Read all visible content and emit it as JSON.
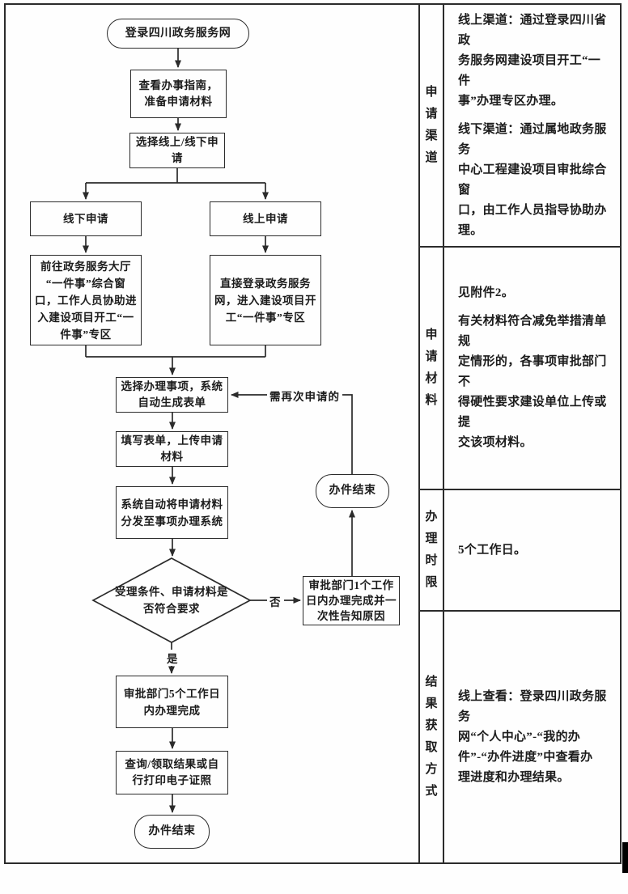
{
  "colors": {
    "ink": "#2b2b2b",
    "paper": "#fefefe",
    "artifact": "#000000"
  },
  "flowchart": {
    "start": "登录四川政务服务网",
    "view_guide": "查看办事指南，\n准备申请材料",
    "choose_channel": "选择线上/线下申\n请",
    "offline_apply": "线下申请",
    "online_apply": "线上申请",
    "offline_detail": "前往政务服务大厅\n“一件事”综合窗\n口，工作人员协助进\n入建设项目开工“一\n件事”专区",
    "online_detail": "直接登录政务服务\n网，进入建设项目开\n工“一件事”专区",
    "select_item": "选择办理事项，系统\n自动生成表单",
    "fill_form": "填写表单，上传申请\n材料",
    "dispatch": "系统自动将申请材料\n分发至事项办理系统",
    "decision": "受理条件、申请材料是\n否符合要求",
    "reject_notice": "审批部门1个工作\n日内办理完成并一\n次性告知原因",
    "end_upper": "办件结束",
    "approve": "审批部门5个工作日\n内办理完成",
    "get_result": "查询/领取结果或自\n行打印电子证照",
    "end_lower": "办件结束",
    "label_reapply": "需再次申请的",
    "label_no": "否",
    "label_yes": "是"
  },
  "info_table": {
    "rows": [
      {
        "label": "申\n请\n渠\n道",
        "paragraphs": [
          "线上渠道：通过登录四川省政\n务服务网建设项目开工“一件\n事”办理专区办理。",
          "线下渠道：通过属地政务服务\n中心工程建设项目审批综合窗\n口，由工作人员指导协助办\n理。"
        ]
      },
      {
        "label": "申\n请\n材\n料",
        "paragraphs": [
          "见附件2。",
          "有关材料符合减免举措清单规\n定情形的，各事项审批部门不\n得硬性要求建设单位上传或提\n交该项材料。"
        ]
      },
      {
        "label": "办\n理\n时\n限",
        "paragraphs": [
          "5个工作日。"
        ]
      },
      {
        "label": "结\n果\n获\n取\n方\n式",
        "paragraphs": [
          "线上查看：登录四川政务服务\n网“个人中心”-“我的办\n件”-“办件进度”中查看办\n理进度和办理结果。"
        ]
      }
    ]
  }
}
